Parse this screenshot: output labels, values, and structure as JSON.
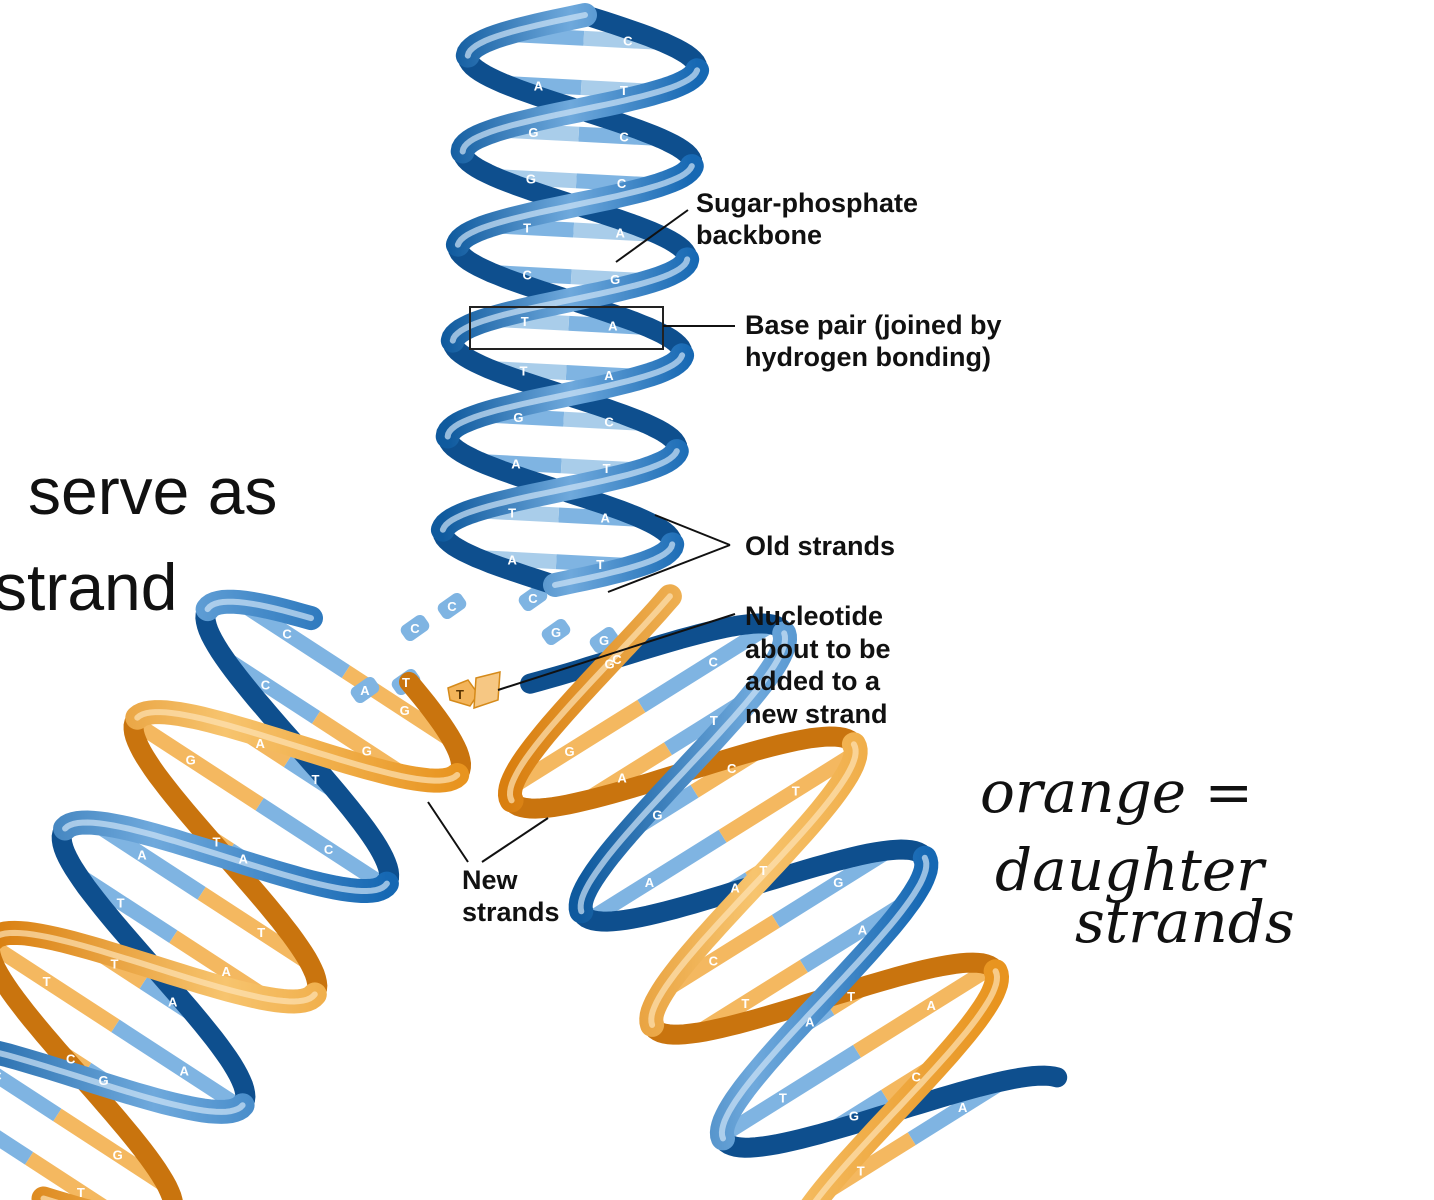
{
  "slide_text": {
    "line1": "serve as",
    "line2": "strand"
  },
  "labels": {
    "backbone": [
      "Sugar-phosphate",
      "backbone"
    ],
    "base_pair": [
      "Base pair (joined by",
      "hydrogen bonding)"
    ],
    "old_strands": [
      "Old strands"
    ],
    "nucleotide": [
      "Nucleotide",
      "about to be",
      "added to a",
      "new strand"
    ],
    "new_strands": [
      "New",
      "strands"
    ]
  },
  "handwritten_note": [
    "orange =",
    "daughter",
    "strands"
  ],
  "base_pairs": {
    "parent": [
      [
        "",
        "C"
      ],
      [
        "A",
        "T"
      ],
      [
        "C",
        "G"
      ],
      [
        "C",
        "G"
      ],
      [
        "T",
        "A"
      ],
      [
        "C",
        "G"
      ],
      [
        "A",
        "T"
      ],
      [
        "A",
        "T"
      ],
      [
        "G",
        "C"
      ],
      [
        "A",
        "T"
      ],
      [
        "A",
        "T"
      ],
      [
        "T",
        "A"
      ]
    ],
    "fork_loose": [
      "C",
      "C",
      "C",
      "G",
      "G",
      "T",
      "A"
    ],
    "left_daughter": [
      [
        "C",
        "G"
      ],
      [
        "C",
        "G"
      ],
      [
        "T",
        "A"
      ],
      [
        "C",
        "G"
      ],
      [
        "A",
        "T"
      ],
      [
        "A",
        "T"
      ],
      [
        "T",
        "A"
      ],
      [
        "A",
        "T"
      ],
      [
        "A",
        "T"
      ],
      [
        "G",
        "C"
      ],
      [
        "C",
        "G"
      ],
      [
        "A",
        "T"
      ]
    ],
    "right_daughter": [
      [
        "C",
        "G"
      ],
      [
        "C",
        "G"
      ],
      [
        "T",
        "A"
      ],
      [
        "G",
        "C"
      ],
      [
        "A",
        "T"
      ],
      [
        "A",
        "T"
      ],
      [
        "G",
        "C"
      ],
      [
        "A",
        "T"
      ],
      [
        "A",
        "T"
      ],
      [
        "T",
        "A"
      ],
      [
        "G",
        "C"
      ],
      [
        "A",
        "T"
      ]
    ],
    "free_nucleotide": "T"
  },
  "colors": {
    "old_strand_dark": "#1668b3",
    "old_strand_light": "#a9cdea",
    "new_strand": "#e8941f",
    "new_strand_light": "#f6c783",
    "rung_blue": "#7fb4e2",
    "rung_orange": "#f4b860"
  }
}
